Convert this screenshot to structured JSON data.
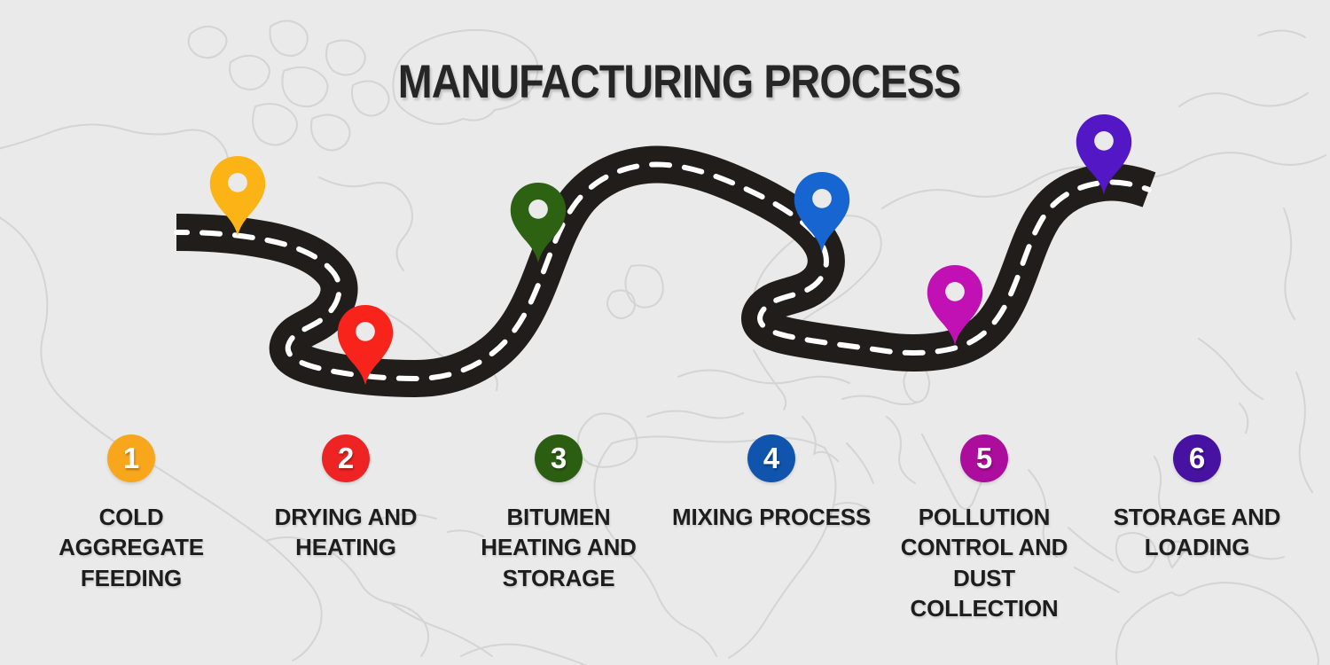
{
  "title": "MANUFACTURING PROCESS",
  "colors": {
    "background": "#EAEAEA",
    "map_outline": "#D4D4D4",
    "road": "#211D1A",
    "road_dash": "#FFFFFF",
    "text": "#1D1D1D"
  },
  "steps": [
    {
      "number": "1",
      "label": "COLD\nAGGREGATE\nFEEDING",
      "pin_color": "#FCB316",
      "badge_color": "#F8A71D"
    },
    {
      "number": "2",
      "label": "DRYING AND\nHEATING",
      "pin_color": "#F8231B",
      "badge_color": "#EE2424"
    },
    {
      "number": "3",
      "label": "BITUMEN\nHEATING AND\nSTORAGE",
      "pin_color": "#2E6213",
      "badge_color": "#2C5E12"
    },
    {
      "number": "4",
      "label": "MIXING PROCESS",
      "pin_color": "#1765D1",
      "badge_color": "#1054AE"
    },
    {
      "number": "5",
      "label": "POLLUTION\nCONTROL AND\nDUST\nCOLLECTION",
      "pin_color": "#C110B3",
      "badge_color": "#AC0D9D"
    },
    {
      "number": "6",
      "label": "STORAGE AND\nLOADING",
      "pin_color": "#5317C6",
      "badge_color": "#4712A2"
    }
  ]
}
